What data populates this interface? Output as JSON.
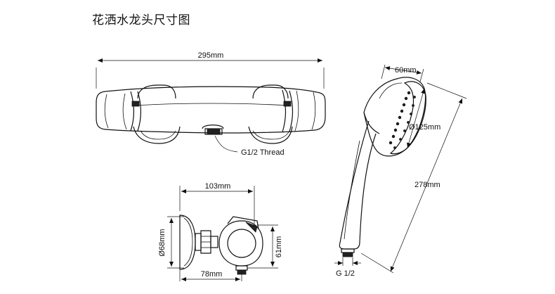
{
  "title": "花洒水龙头尺寸图",
  "dimensions": {
    "width_top": "295mm",
    "thread_top": "G1/2 Thread",
    "width_side": "103mm",
    "diameter_side": "Ø68mm",
    "height_side": "61mm",
    "depth_side": "78mm",
    "head_width": "60mm",
    "head_diameter": "Ø125mm",
    "shower_length": "278mm",
    "thread_handheld": "G 1/2"
  }
}
